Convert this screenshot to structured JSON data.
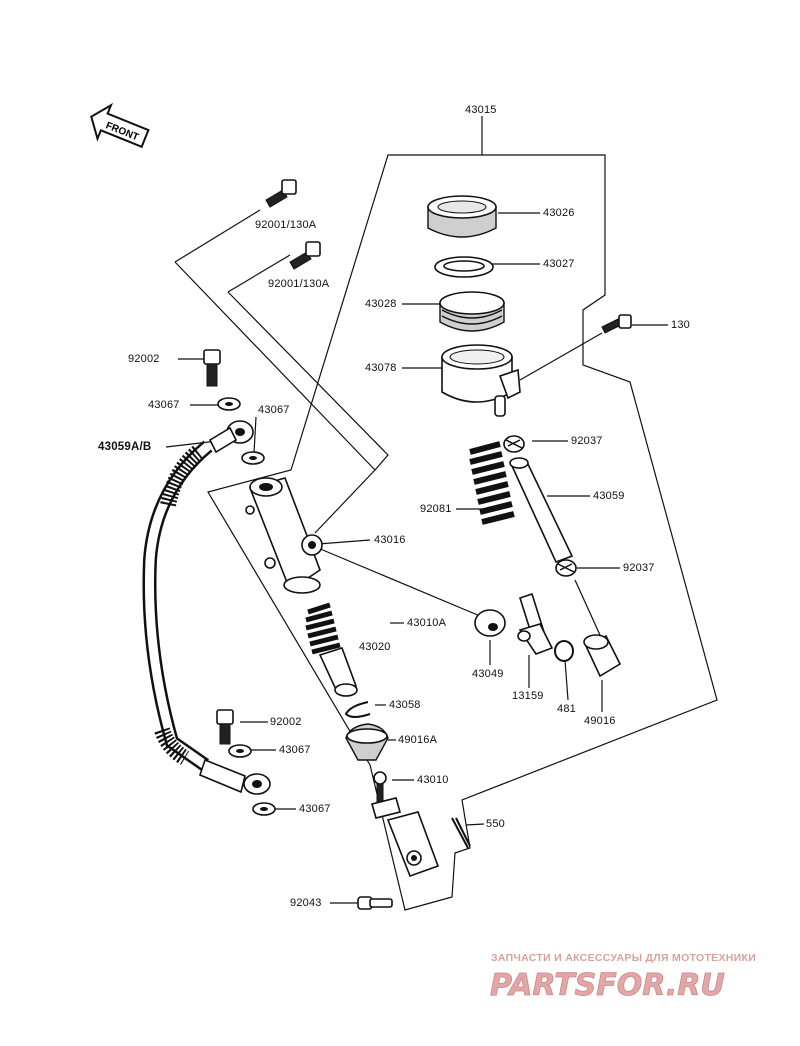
{
  "front_label": "FRONT",
  "labels": {
    "l_43015": "43015",
    "l_43026": "43026",
    "l_43027": "43027",
    "l_43028": "43028",
    "l_130": "130",
    "l_43078": "43078",
    "l_92001_a": "92001/130A",
    "l_92001_b": "92001/130A",
    "l_92002_top": "92002",
    "l_43067_1": "43067",
    "l_43067_2": "43067",
    "l_43059ab": "43059A/B",
    "l_92037_top": "92037",
    "l_92081": "92081",
    "l_43059": "43059",
    "l_43016": "43016",
    "l_92037_bot": "92037",
    "l_43010a": "43010A",
    "l_43020": "43020",
    "l_43049": "43049",
    "l_13159": "13159",
    "l_481": "481",
    "l_49016": "49016",
    "l_43058": "43058",
    "l_49016a": "49016A",
    "l_92002_bot": "92002",
    "l_43067_3": "43067",
    "l_43010": "43010",
    "l_550": "550",
    "l_43067_4": "43067",
    "l_92043": "92043"
  },
  "watermark": {
    "caption": "ЗАПЧАСТИ И АКСЕССУАРЫ ДЛЯ МОТОТЕХНИКИ",
    "logo": "PARTSFOR.RU",
    "color": "#e3a7a7"
  }
}
